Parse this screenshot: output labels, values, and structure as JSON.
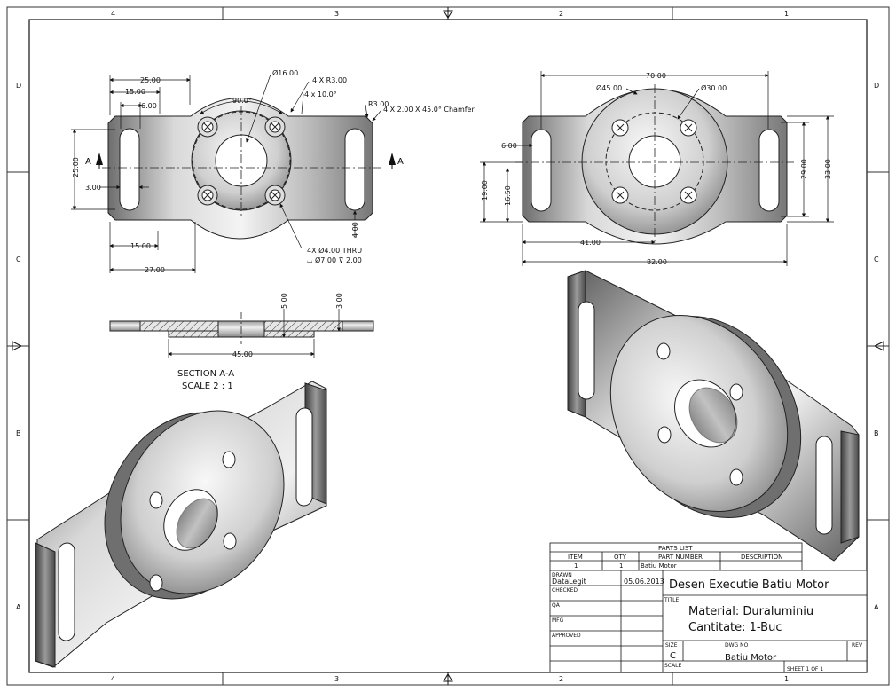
{
  "zones": {
    "top": [
      "4",
      "3",
      "2",
      "1"
    ],
    "bottom": [
      "4",
      "3",
      "2",
      "1"
    ],
    "left": [
      "D",
      "C",
      "B",
      "A"
    ],
    "right": [
      "D",
      "C",
      "B",
      "A"
    ]
  },
  "front_view": {
    "dims": {
      "d25a": "25.00",
      "d15a": "15.00",
      "d6a": "6.00",
      "angle90": "90.0°",
      "dia16": "Ø16.00",
      "r3x4": "4 X R3.00",
      "ang10": "4 x 10.0°",
      "r3": "R3.00",
      "chamfer": "4 X 2.00 X 45.0° Chamfer",
      "h25": "25.00",
      "d3": "3.00",
      "d4": "4.00",
      "d15b": "15.00",
      "d27": "27.00",
      "holes": "4X Ø4.00 THRU",
      "cbore": "⌴ Ø7.00 ⊽ 2.00"
    },
    "section_mark_left": "A",
    "section_mark_right": "A"
  },
  "rear_view": {
    "dims": {
      "d70": "70.00",
      "dia45": "Ø45.00",
      "dia30": "Ø30.00",
      "d6": "6.00",
      "h19": "19.00",
      "h16_5": "16.50",
      "h29": "29.00",
      "h33": "33.00",
      "d41": "41.00",
      "d82": "82.00"
    }
  },
  "section": {
    "d5": "5.00",
    "d3": "3.00",
    "d45": "45.00",
    "label": "SECTION A-A",
    "scale": "SCALE 2 : 1"
  },
  "parts_list": {
    "title": "PARTS LIST",
    "headers": [
      "ITEM",
      "QTY",
      "PART NUMBER",
      "DESCRIPTION"
    ],
    "rows": [
      [
        "1",
        "1",
        "Batiu Motor",
        ""
      ]
    ]
  },
  "title_block": {
    "drawn_label": "DRAWN",
    "drawn_by": "DataLegit",
    "date": "05.06.2013",
    "checked_label": "CHECKED",
    "qa_label": "QA",
    "mfg_label": "MFG",
    "approved_label": "APPROVED",
    "drawing_title": "Desen Executie Batiu Motor",
    "title_label": "TITLE",
    "material": "Material: Duraluminiu",
    "quantity": "Cantitate: 1-Buc",
    "size_label": "SIZE",
    "size": "C",
    "dwg_no_label": "DWG NO",
    "dwg_no": "Batiu Motor",
    "rev_label": "REV",
    "scale_label": "SCALE",
    "sheet": "SHEET 1  OF 1"
  }
}
